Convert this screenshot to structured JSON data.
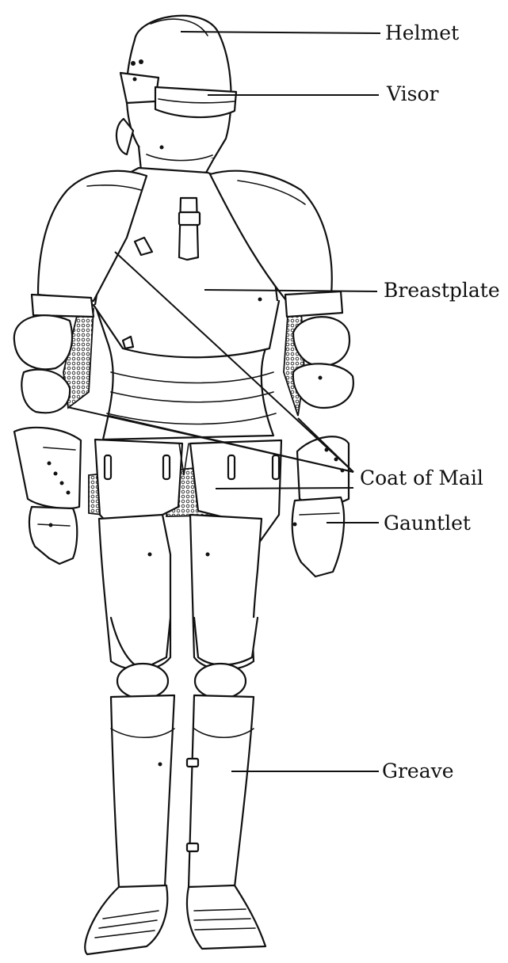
{
  "labels": {
    "helmet": "Helmet",
    "visor": "Visor",
    "breastplate": "Breastplate",
    "coat_of_mail": "Coat of Mail",
    "gauntlet": "Gauntlet",
    "greave": "Greave"
  },
  "colors": {
    "ink": "#111111",
    "paper": "#ffffff"
  }
}
